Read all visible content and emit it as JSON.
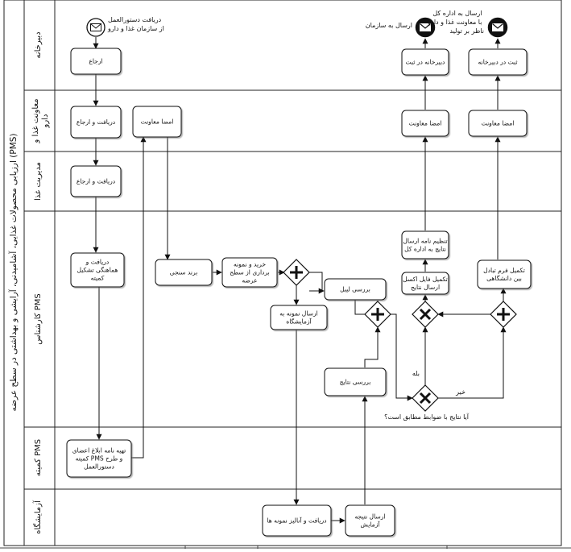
{
  "diagram": {
    "pool_title": "ارزیابی محصولات غذایی، آشامیدنی، آرایشی و بهداشتی در سطح عرضه (PMS)",
    "lanes": [
      {
        "id": "secretariat",
        "label": "دبیرخانه"
      },
      {
        "id": "deputy",
        "label": "معاونت غذا و دارو"
      },
      {
        "id": "food_mgmt",
        "label": "مدیریت غذا"
      },
      {
        "id": "pms_expert",
        "label": "کارشناس PMS"
      },
      {
        "id": "pms_committee",
        "label": "کمیته PMS"
      },
      {
        "id": "lab",
        "label": "آزمایشگاه"
      }
    ],
    "events": {
      "start": "دریافت دستورالعمل\nاز سازمان غذا و دارو",
      "end_org": "ارسال به سازمان",
      "end_general": "ارسال به اداره کل\nبا معاونت غذا و دارو\nناظر بر تولید"
    },
    "tasks": {
      "refer": "ارجاع",
      "receive_refer_deputy": "دریافت و ارجاع",
      "deputy_sign_1": "امضا معاونت",
      "receive_refer_food": "دریافت و ارجاع",
      "receive_committee": "دریافت و\nهماهنگی تشکیل\nکمیته",
      "prepare_notice": "تهیه نامه ابلاغ اعضای\nکمیته PMS و طرح\nدستورالعمل",
      "brand": "برند سنجی",
      "purchase": "خرید و نمونه\nبرداری از سطح\nعرضه",
      "label_review": "بررسی لیبل",
      "send_sample": "ارسال نمونه به\nآزمایشگاه",
      "review_results": "بررسی نتایج",
      "lab_analysis": "دریافت و آنالیز نمونه ها",
      "lab_result": "ارسال نتیجه\nآزمایش",
      "excel": "تکمیل فایل اکسل\nارسال نتایج",
      "letter": "تنظیم نامه ارسال\nنتایج به اداره کل",
      "deputy_sign_2": "امضا معاونت",
      "secretariat_reg_1": "دبیرخانه در ثبت",
      "form": "تکمیل فرم تبادل\nبین دانشگاهی",
      "deputy_sign_3": "امضا معاونت",
      "secretariat_reg_2": "ثبت در دبیرخانه"
    },
    "gateway_labels": {
      "question": "آیا نتایج با ضوابط مطابق است؟",
      "yes": "بله",
      "no": "خیر"
    }
  }
}
